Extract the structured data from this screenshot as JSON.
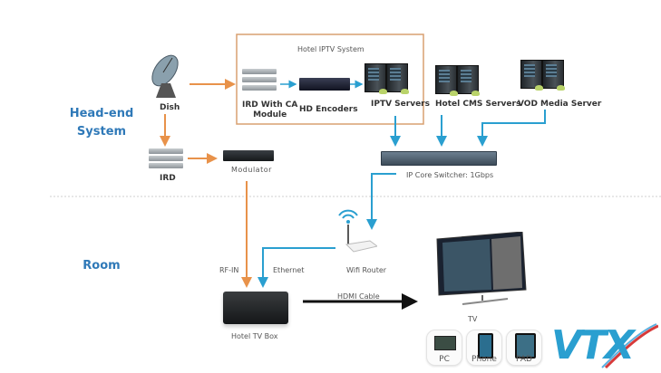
{
  "sections": {
    "headend": "Head-end\nSystem",
    "headend_line1": "Head-end",
    "headend_line2": "System",
    "room": "Room"
  },
  "iptv_box": {
    "title": "Hotel IPTV System"
  },
  "nodes": {
    "dish": "Dish",
    "ird": "IRD",
    "ird_ca_line1": "IRD With CA",
    "ird_ca_line2": "Module",
    "hd_encoders": "HD Encoders",
    "iptv_servers": "IPTV Servers",
    "cms_servers": "Hotel CMS Servers",
    "vod_server": "VOD Media Server",
    "modulator": "Modulator",
    "core_switch": "IP Core Switcher: 1Gbps",
    "wifi_router": "Wifi Router",
    "tv_box": "Hotel TV Box",
    "tv": "TV"
  },
  "links": {
    "rf_in": "RF-IN",
    "ethernet": "Ethernet",
    "hdmi": "HDMI Cable"
  },
  "devices": {
    "pc": "PC",
    "phone": "Phone",
    "pad": "PAD"
  },
  "logo": {
    "text": "VTX"
  },
  "colors": {
    "rf_line": "#e8924a",
    "ip_line": "#2a9fd0",
    "hdmi_line": "#111111",
    "section_text": "#2f79b8",
    "box_border": "#d9a070"
  }
}
